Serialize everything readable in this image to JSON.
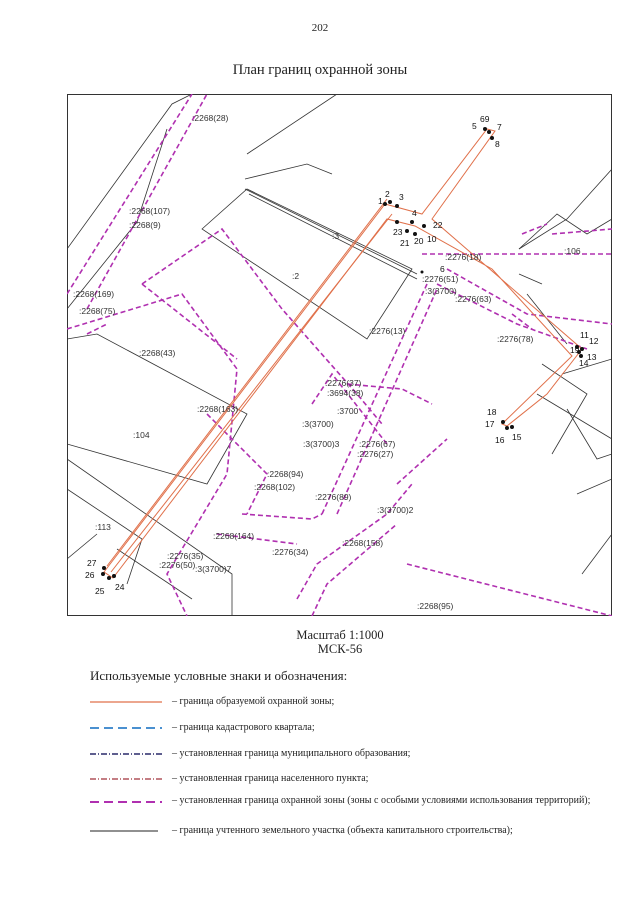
{
  "page_number": "202",
  "title": "План границ охранной зоны",
  "map": {
    "parcel_labels": [
      ":2268(28)",
      ":2268(107)",
      ":2268(9)",
      ":2268(169)",
      ":2268(75)",
      ":2268(43)",
      ":104",
      ":2268(163)",
      ":113",
      ":2268(94)",
      ":2268(102)",
      ":2268(164)",
      ":2276(35)",
      ":2276(50)",
      ":3(3700)7",
      ":2276(34)",
      ":2268(158)",
      ":2268(95)",
      ":3",
      ":2",
      ":2276(18)",
      ":2276(51)",
      ":3(3700)",
      ":2276(63)",
      ":106",
      ":2276(13)",
      ":2276(78)",
      ":2276(37)",
      ":3694(38)",
      ":3700",
      ":3(3700)",
      ":3(3700)3",
      ":2276(67)",
      ":2276(27)",
      ":2276(89)",
      ":3(3700)2"
    ],
    "point_labels": [
      "5",
      "69",
      "7",
      "8",
      "1",
      "2",
      "3",
      "4",
      "23",
      "22",
      "21",
      "20",
      "10",
      "6",
      "11",
      "12",
      "19",
      "13",
      "14",
      "18",
      "17",
      "16",
      "15",
      "27",
      "26",
      "25",
      "24"
    ]
  },
  "scale": {
    "line1": "Масштаб 1:1000",
    "line2": "МСК-56"
  },
  "legend": {
    "title": "Используемые условные знаки и обозначения:",
    "items": [
      {
        "text": "– граница образуемой охранной зоны;",
        "color": "#e0704a"
      },
      {
        "text": "– граница кадастрового квартала;",
        "color": "#4a90d0"
      },
      {
        "text": "– установленная граница муниципального образования;",
        "color": "#2a2a6a"
      },
      {
        "text": "– установленная граница населенного пункта;",
        "color": "#a0303a"
      },
      {
        "text": "– установленная граница охранной зоны (зоны с особыми условиями использования территорий);",
        "color": "#b030b0"
      },
      {
        "text": "– граница учтенного земельного участка (объекта капитального строительства);",
        "color": "#222222"
      }
    ]
  }
}
